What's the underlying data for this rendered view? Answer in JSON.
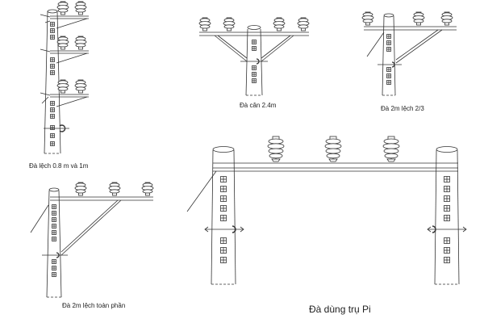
{
  "diagram": {
    "captions": {
      "offset_crossarm": "Đà lệch 0.8 m và  1m",
      "balanced_crossarm": "Đà cân 2.4m",
      "offset_2m_two_thirds": "Đà 2m lệch 2/3",
      "offset_2m_full": "Đà 2m lệch toàn phần",
      "pi_pole_crossarm": "Đà dùng trụ Pi"
    },
    "colors": {
      "line": "#333333",
      "background": "#ffffff"
    }
  }
}
